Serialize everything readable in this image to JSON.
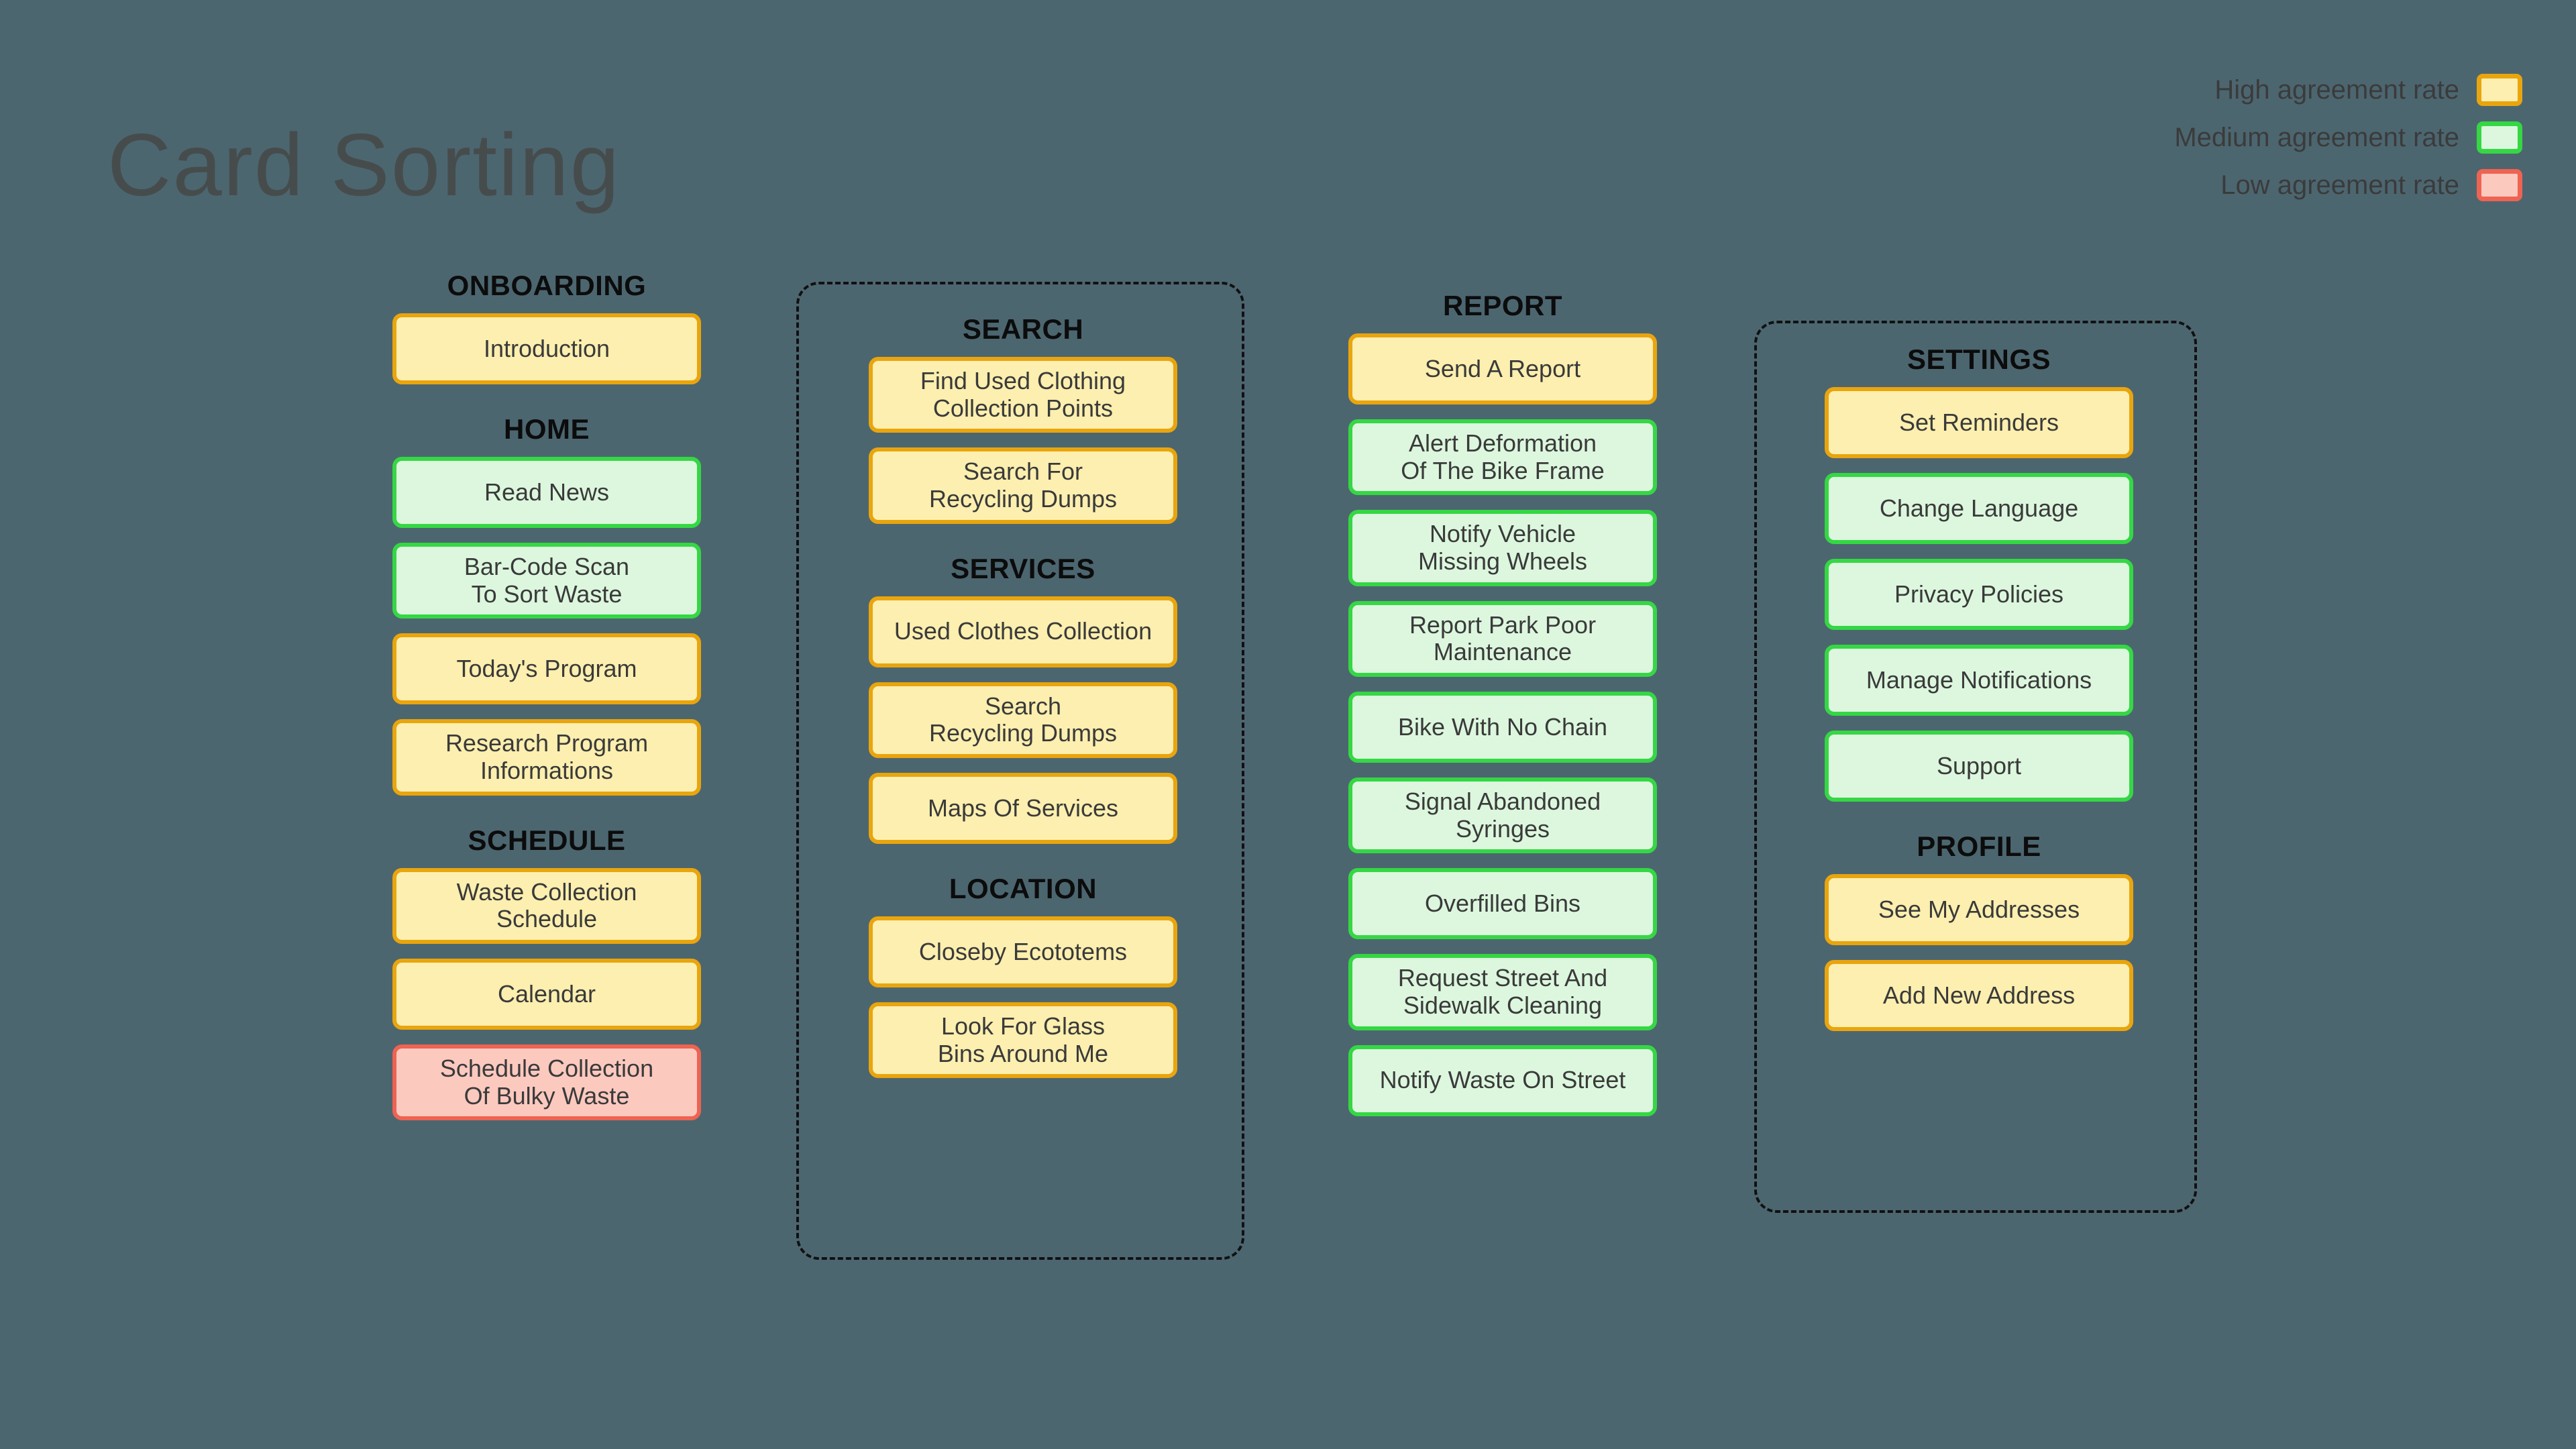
{
  "page": {
    "title": "Card Sorting",
    "background_color": "#4C6670"
  },
  "legend": {
    "items": [
      {
        "label": "High agreement rate",
        "level": "high",
        "fill": "#FCEFAF",
        "border": "#E9A50E"
      },
      {
        "label": "Medium agreement rate",
        "level": "medium",
        "fill": "#DCF7DE",
        "border": "#35D744"
      },
      {
        "label": "Low agreement rate",
        "level": "low",
        "fill": "#FCC9BF",
        "border": "#EE6352"
      }
    ]
  },
  "columns": [
    {
      "id": "onboarding",
      "dashed": false,
      "groups": [
        {
          "title": "ONBOARDING",
          "cards": [
            {
              "label": "Introduction",
              "level": "high"
            }
          ]
        },
        {
          "title": "HOME",
          "cards": [
            {
              "label": "Read News",
              "level": "medium"
            },
            {
              "label": "Bar-Code Scan\nTo Sort Waste",
              "level": "medium"
            },
            {
              "label": "Today's Program",
              "level": "high"
            },
            {
              "label": "Research Program\nInformations",
              "level": "high"
            }
          ]
        },
        {
          "title": "SCHEDULE",
          "cards": [
            {
              "label": "Waste Collection\nSchedule",
              "level": "high"
            },
            {
              "label": "Calendar",
              "level": "high"
            },
            {
              "label": "Schedule Collection\nOf Bulky Waste",
              "level": "low"
            }
          ]
        }
      ]
    },
    {
      "id": "search",
      "dashed": true,
      "groups": [
        {
          "title": "SEARCH",
          "cards": [
            {
              "label": "Find Used Clothing\nCollection Points",
              "level": "high"
            },
            {
              "label": "Search For\nRecycling Dumps",
              "level": "high"
            }
          ]
        },
        {
          "title": "SERVICES",
          "cards": [
            {
              "label": "Used Clothes Collection",
              "level": "high"
            },
            {
              "label": "Search\nRecycling Dumps",
              "level": "high"
            },
            {
              "label": "Maps Of Services",
              "level": "high"
            }
          ]
        },
        {
          "title": "LOCATION",
          "cards": [
            {
              "label": "Closeby Ecototems",
              "level": "high"
            },
            {
              "label": "Look For Glass\nBins Around Me",
              "level": "high"
            }
          ]
        }
      ]
    },
    {
      "id": "report",
      "dashed": false,
      "groups": [
        {
          "title": "REPORT",
          "cards": [
            {
              "label": "Send A Report",
              "level": "high"
            },
            {
              "label": "Alert Deformation\nOf The Bike Frame",
              "level": "medium"
            },
            {
              "label": "Notify Vehicle\nMissing Wheels",
              "level": "medium"
            },
            {
              "label": "Report Park Poor\nMaintenance",
              "level": "medium"
            },
            {
              "label": "Bike With No Chain",
              "level": "medium"
            },
            {
              "label": "Signal Abandoned\nSyringes",
              "level": "medium"
            },
            {
              "label": "Overfilled Bins",
              "level": "medium"
            },
            {
              "label": "Request Street And\nSidewalk Cleaning",
              "level": "medium"
            },
            {
              "label": "Notify Waste On Street",
              "level": "medium"
            }
          ]
        }
      ]
    },
    {
      "id": "settings",
      "dashed": true,
      "groups": [
        {
          "title": "SETTINGS",
          "cards": [
            {
              "label": "Set Reminders",
              "level": "high"
            },
            {
              "label": "Change Language",
              "level": "medium"
            },
            {
              "label": "Privacy Policies",
              "level": "medium"
            },
            {
              "label": "Manage Notifications",
              "level": "medium"
            },
            {
              "label": "Support",
              "level": "medium"
            }
          ]
        },
        {
          "title": "PROFILE",
          "cards": [
            {
              "label": "See My Addresses",
              "level": "high"
            },
            {
              "label": "Add New Address",
              "level": "high"
            }
          ]
        }
      ]
    }
  ]
}
